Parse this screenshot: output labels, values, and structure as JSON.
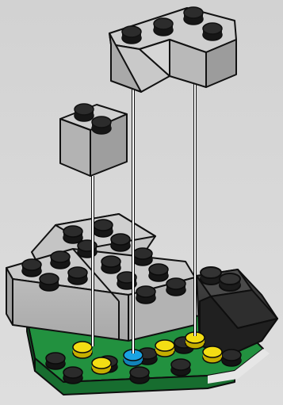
{
  "scene": {
    "kind": "lego-building-instruction-step",
    "colors": {
      "background": "#d7d7d7",
      "light_gray": "#b9b9b9",
      "light_gray_top": "#cfcfcf",
      "dark_gray": "#3a3a3a",
      "green": "#1f8b3b",
      "yellow": "#f2dc12",
      "blue": "#1aa3e3",
      "black_stud": "#1d1d1d",
      "guide_line": "#ffffff"
    },
    "parts": [
      {
        "name": "slope-brick-light-gray",
        "color": "light_gray",
        "state": "floating"
      },
      {
        "name": "brick-1x2-light-gray",
        "color": "light_gray",
        "state": "floating"
      },
      {
        "name": "brick-stack-light-gray",
        "color": "light_gray",
        "state": "placed"
      },
      {
        "name": "slope-dark-gray",
        "color": "dark_gray",
        "state": "placed"
      },
      {
        "name": "baseplate-green",
        "color": "green",
        "state": "placed"
      }
    ],
    "highlighted_studs": [
      "yellow",
      "yellow",
      "yellow",
      "yellow",
      "yellow",
      "blue"
    ],
    "guide_line_count": 3
  }
}
